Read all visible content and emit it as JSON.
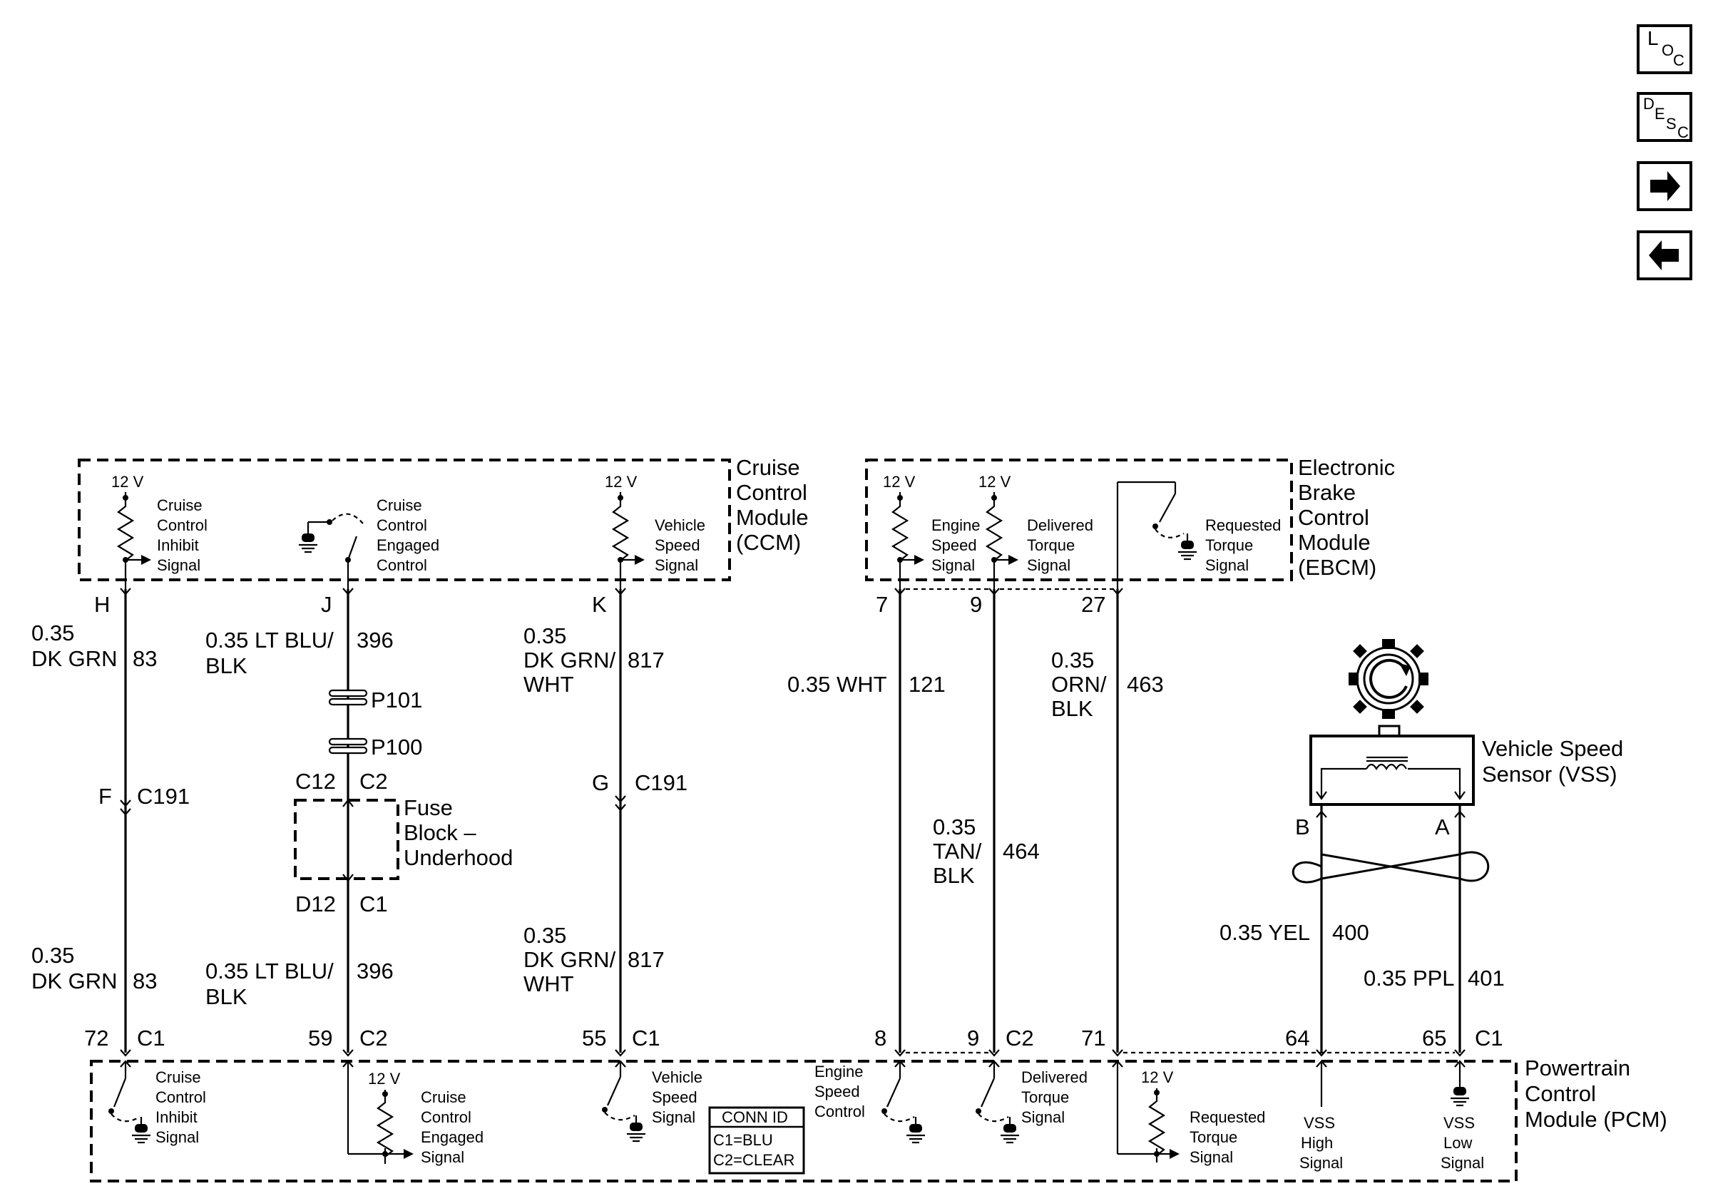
{
  "nav": {
    "loc": [
      "L",
      "O",
      "C"
    ],
    "desc": [
      "D",
      "E",
      "S",
      "C"
    ]
  },
  "modules": {
    "ccm": [
      "Cruise",
      "Control",
      "Module",
      "(CCM)"
    ],
    "ebcm": [
      "Electronic",
      "Brake",
      "Control",
      "Module",
      "(EBCM)"
    ],
    "pcm": [
      "Powertrain",
      "Control",
      "Module (PCM)"
    ],
    "vss": [
      "Vehicle Speed",
      "Sensor (VSS)"
    ],
    "fuse": [
      "Fuse",
      "Block –",
      "Underhood"
    ]
  },
  "supply": "12 V",
  "ccm_internal": {
    "inhibit": [
      "Cruise",
      "Control",
      "Inhibit",
      "Signal"
    ],
    "engaged": [
      "Cruise",
      "Control",
      "Engaged",
      "Control"
    ],
    "speed": [
      "Vehicle",
      "Speed",
      "Signal"
    ]
  },
  "ebcm_internal": {
    "engine": [
      "Engine",
      "Speed",
      "Signal"
    ],
    "torque": [
      "Delivered",
      "Torque",
      "Signal"
    ],
    "requested": [
      "Requested",
      "Torque",
      "Signal"
    ]
  },
  "pcm_internal": {
    "inhibit": [
      "Cruise",
      "Control",
      "Inhibit",
      "Signal"
    ],
    "engaged": [
      "Cruise",
      "Control",
      "Engaged",
      "Signal"
    ],
    "speed": [
      "Vehicle",
      "Speed",
      "Signal"
    ],
    "engine": [
      "Engine",
      "Speed",
      "Control"
    ],
    "torque": [
      "Delivered",
      "Torque",
      "Signal"
    ],
    "requested": [
      "Requested",
      "Torque",
      "Signal"
    ],
    "vss_high": [
      "VSS",
      "High",
      "Signal"
    ],
    "vss_low": [
      "VSS",
      "Low",
      "Signal"
    ]
  },
  "conn_id": {
    "title": "CONN ID",
    "c1": "C1=BLU",
    "c2": "C2=CLEAR"
  },
  "pins_top": {
    "h": "H",
    "j": "J",
    "k": "K",
    "p7": "7",
    "p9": "9",
    "p27": "27",
    "b": "B",
    "a": "A"
  },
  "pins_bottom": {
    "p72": "72",
    "c1a": "C1",
    "p59": "59",
    "c2a": "C2",
    "p55": "55",
    "c1b": "C1",
    "p8": "8",
    "p9": "9",
    "c2b": "C2",
    "p71": "71",
    "p64": "64",
    "p65": "65",
    "c1c": "C1"
  },
  "connectors": {
    "f": "F",
    "c191a": "C191",
    "g": "G",
    "c191b": "C191",
    "p101": "P101",
    "p100": "P100",
    "c12": "C12",
    "c2": "C2",
    "d12": "D12",
    "c1": "C1"
  },
  "wires": {
    "w83_top": {
      "gauge": "0.35",
      "color": "DK GRN",
      "circuit": "83"
    },
    "w83_bot": {
      "gauge": "0.35",
      "color": "DK GRN",
      "circuit": "83"
    },
    "w396_top": {
      "line1": "0.35 LT BLU/",
      "line2": "BLK",
      "circuit": "396"
    },
    "w396_bot": {
      "line1": "0.35 LT BLU/",
      "line2": "BLK",
      "circuit": "396"
    },
    "w817_top": {
      "gauge": "0.35",
      "line2": "DK GRN/",
      "line3": "WHT",
      "circuit": "817"
    },
    "w817_bot": {
      "gauge": "0.35",
      "line2": "DK GRN/",
      "line3": "WHT",
      "circuit": "817"
    },
    "w121": {
      "label": "0.35 WHT",
      "circuit": "121"
    },
    "w463": {
      "gauge": "0.35",
      "line2": "ORN/",
      "line3": "BLK",
      "circuit": "463"
    },
    "w464": {
      "gauge": "0.35",
      "line2": "TAN/",
      "line3": "BLK",
      "circuit": "464"
    },
    "w400": {
      "label": "0.35 YEL",
      "circuit": "400"
    },
    "w401": {
      "label": "0.35 PPL",
      "circuit": "401"
    }
  }
}
